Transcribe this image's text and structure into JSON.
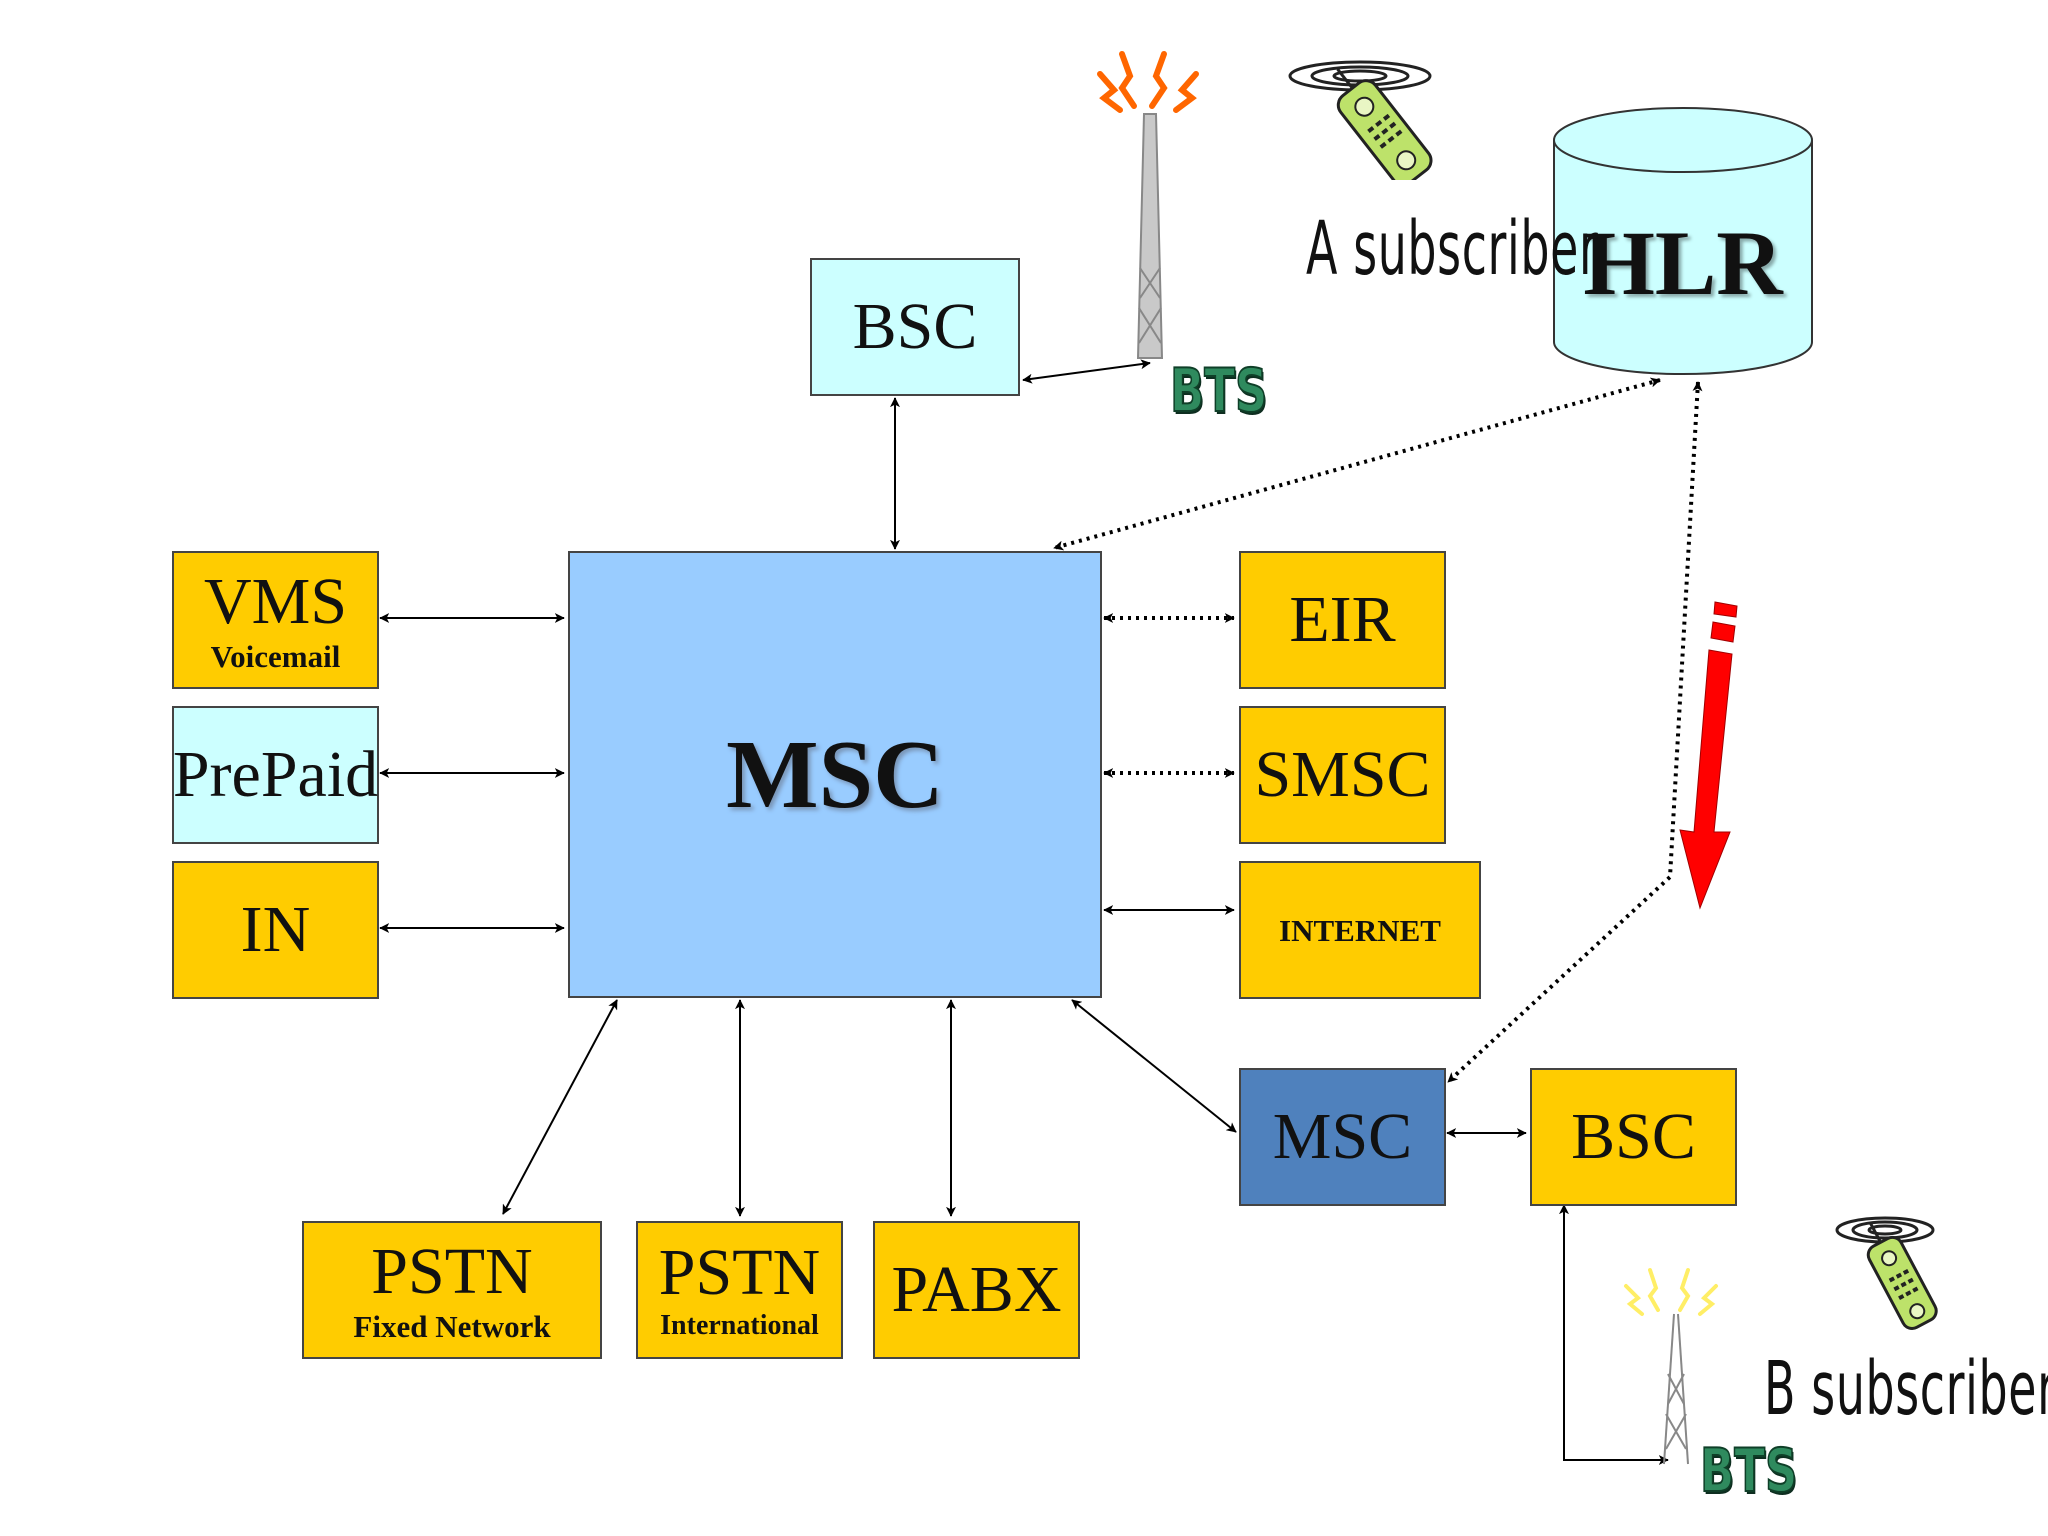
{
  "nodes": {
    "msc_main": "MSC",
    "msc_remote": "MSC",
    "bsc_top": "BSC",
    "bsc_remote": "BSC",
    "hlr": "HLR",
    "vms": {
      "label": "VMS",
      "sub": "Voicemail"
    },
    "prepaid": "PrePaid",
    "in": "IN",
    "eir": "EIR",
    "smsc": "SMSC",
    "internet": "INTERNET",
    "pstn_fixed": {
      "label": "PSTN",
      "sub": "Fixed Network"
    },
    "pstn_intl": {
      "label": "PSTN",
      "sub": "International"
    },
    "pabx": "PABX"
  },
  "labels": {
    "a_subscriber": "A subscriber",
    "b_subscriber": "B subscriber",
    "bts_top": "BTS",
    "bts_bottom": "BTS"
  },
  "icons": [
    "mobile-phone-icon",
    "radio-tower-icon",
    "database-cylinder-icon",
    "red-arrow-icon"
  ],
  "colors": {
    "yellow": "#ffcc00",
    "cyan": "#ccffff",
    "light_blue": "#99ccff",
    "dark_blue": "#4f81bd",
    "red_arrow": "#ff0000",
    "bts_green": "#2f8a5e"
  }
}
